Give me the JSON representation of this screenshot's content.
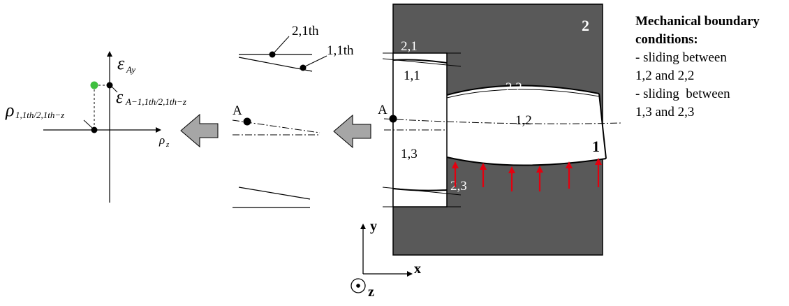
{
  "labels": {
    "body_2": "2",
    "body_1": "1",
    "part_2_1": "2,1",
    "part_1_1": "1,1",
    "part_2_2": "2,2",
    "part_1_2": "1,2",
    "part_1_3": "1,3",
    "part_2_3": "2,3",
    "point_a_main": "A",
    "point_a_mid": "A",
    "line_2_1th": "2,1th",
    "line_1_1th": "1,1th"
  },
  "graph": {
    "eps_sym": "ε",
    "eps_sub": "Ay",
    "eps_a_sym": "ε",
    "eps_a_sub": "A−1,1th/2,1th−z",
    "rho_sym": "ρ",
    "rho_sub": "1,1th/2,1th−z",
    "rho_axis_sym": "ρ",
    "rho_axis_sub": "z"
  },
  "axes": {
    "y": "y",
    "x": "x",
    "z": "z"
  },
  "conditions": {
    "title_line1": "Mechanical boundary",
    "title_line2": "conditions:",
    "line3": "- sliding between",
    "line4": "1,2 and 2,2",
    "line5": "- sliding  between",
    "line6": "1,3 and 2,3"
  },
  "colors": {
    "body_fill": "#595959",
    "force_arrow": "#e3000f",
    "highlight_point": "#3fbf3f",
    "big_arrow_fill": "#a6a6a6"
  }
}
